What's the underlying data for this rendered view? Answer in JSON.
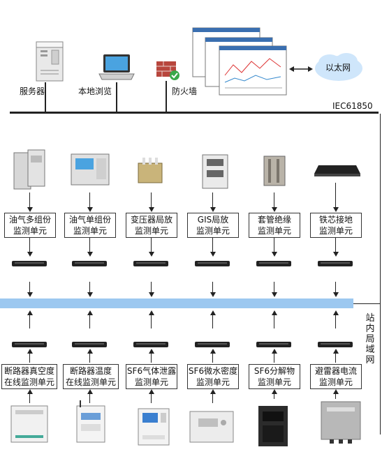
{
  "top": {
    "server": "服务器",
    "browse": "本地浏览",
    "firewall": "防火墙",
    "ethernet": "以太网",
    "protocol": "IEC61850"
  },
  "lan_label": [
    "站",
    "内",
    "局",
    "域",
    "网"
  ],
  "monitor_units_top": [
    {
      "l1": "油气多组份",
      "l2": "监测单元"
    },
    {
      "l1": "油气单组份",
      "l2": "监测单元"
    },
    {
      "l1": "变压器局放",
      "l2": "监测单元"
    },
    {
      "l1": "GIS局放",
      "l2": "监测单元"
    },
    {
      "l1": "套管绝缘",
      "l2": "监测单元"
    },
    {
      "l1": "铁芯接地",
      "l2": "监测单元"
    }
  ],
  "monitor_units_bottom": [
    {
      "l1": "断路器真空度",
      "l2": "在线监测单元"
    },
    {
      "l1": "断路器温度",
      "l2": "在线监测单元"
    },
    {
      "l1": "SF6气体泄露",
      "l2": "监测单元"
    },
    {
      "l1": "SF6微水密度",
      "l2": "监测单元"
    },
    {
      "l1": "SF6分解物",
      "l2": "监测单元"
    },
    {
      "l1": "避雷器电流",
      "l2": "监测单元"
    }
  ],
  "colors": {
    "lan_bar": "#9cc8f0",
    "bus": "#222222",
    "cloud": "#cfe6fb"
  }
}
